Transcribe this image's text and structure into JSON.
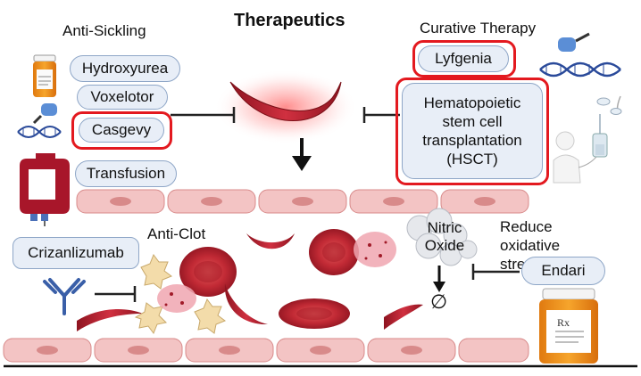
{
  "title": "Therapeutics",
  "sections": {
    "anti_sickling": "Anti-Sickling",
    "curative": "Curative Therapy",
    "anti_clot": "Anti-Clot",
    "oxidative": "Reduce oxidative stress"
  },
  "treatments": {
    "hydroxyurea": "Hydroxyurea",
    "voxelotor": "Voxelotor",
    "casgevy": "Casgevy",
    "transfusion": "Transfusion",
    "lyfgenia": "Lyfgenia",
    "hsct": "Hematopoietic stem cell transplantation (HSCT)",
    "crizanlizumab": "Crizanlizumab",
    "endari": "Endari"
  },
  "labels": {
    "nitric_oxide": "Nitric Oxide",
    "null_symbol": "∅",
    "rx": "Rx"
  },
  "colors": {
    "highlight": "#e3191f",
    "pill_fill": "#e8eef7",
    "pill_border": "#8ea6c7",
    "rbc": "#b5202e",
    "vessel": "#f3b8b8"
  }
}
